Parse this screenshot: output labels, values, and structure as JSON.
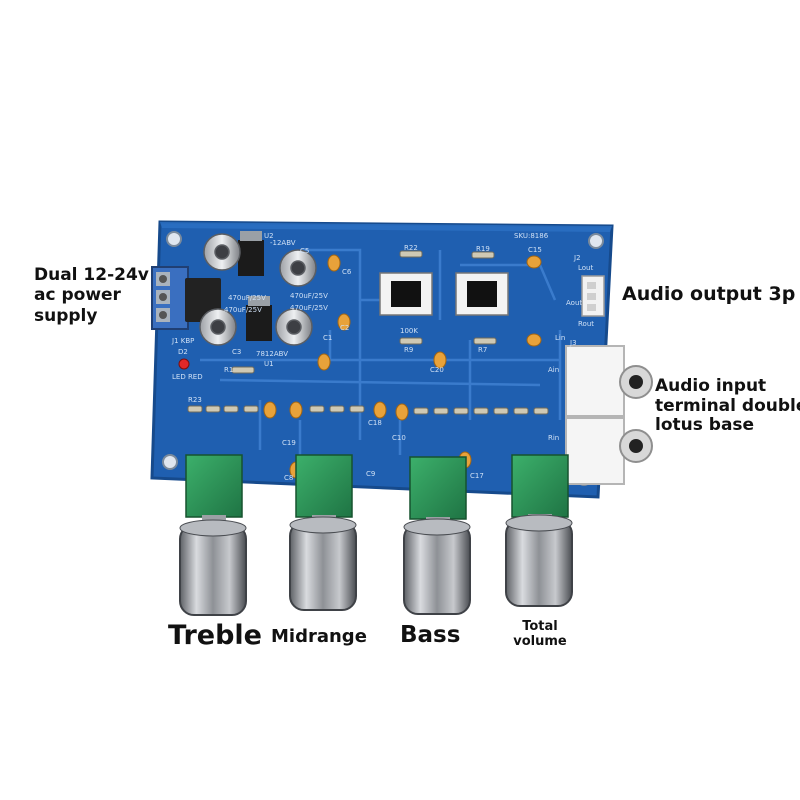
{
  "annotations": {
    "power": [
      "Dual 12-24v",
      "ac power",
      "supply"
    ],
    "audio_output": "Audio output 3p",
    "audio_input": [
      "Audio input",
      "terminal double",
      "lotus base"
    ],
    "knobs": {
      "treble": "Treble",
      "midrange": "Midrange",
      "bass": "Bass",
      "total_volume": [
        "Total",
        "volume"
      ]
    }
  },
  "silkscreen": {
    "sku": "SKU:8186",
    "u2": "U2",
    "u1": "U1",
    "reg_top": "-12ABV",
    "reg_bottom": "7812ABV",
    "cap_rating_1": "470uF/25V",
    "cap_rating_2": "470uF/25V",
    "cap_rating_3": "470uF/25V",
    "cap_rating_4": "470uF/25V",
    "j1": "J1 KBP",
    "led": "LED RED",
    "d2": "D2",
    "c3": "C3",
    "r1": "R1",
    "c5": "C5",
    "c6": "C6",
    "c1": "C1",
    "c2": "C2",
    "r22": "R22",
    "r19": "R19",
    "c15": "C15",
    "r9": "R9",
    "r7": "R7",
    "res_100k": "100K",
    "c20": "C20",
    "r23": "R23",
    "c8": "C8",
    "c9": "C9",
    "c10": "C10",
    "c19": "C19",
    "c18": "C18",
    "c17": "C17",
    "j2": "J2",
    "j3": "J3",
    "lout": "Lout",
    "rout": "Rout",
    "aout": "Aout",
    "ain": "Ain",
    "lin": "Lin",
    "rin": "Rin"
  },
  "colors": {
    "pcb": "#1f5fb0",
    "pcb_dark": "#17488a",
    "trace": "#3d7fd0",
    "capacitor": "#e8a23a",
    "knob_metal": "#8a8d92",
    "pot_body": "#2f9a5a",
    "connector": "#f2f2f2"
  }
}
